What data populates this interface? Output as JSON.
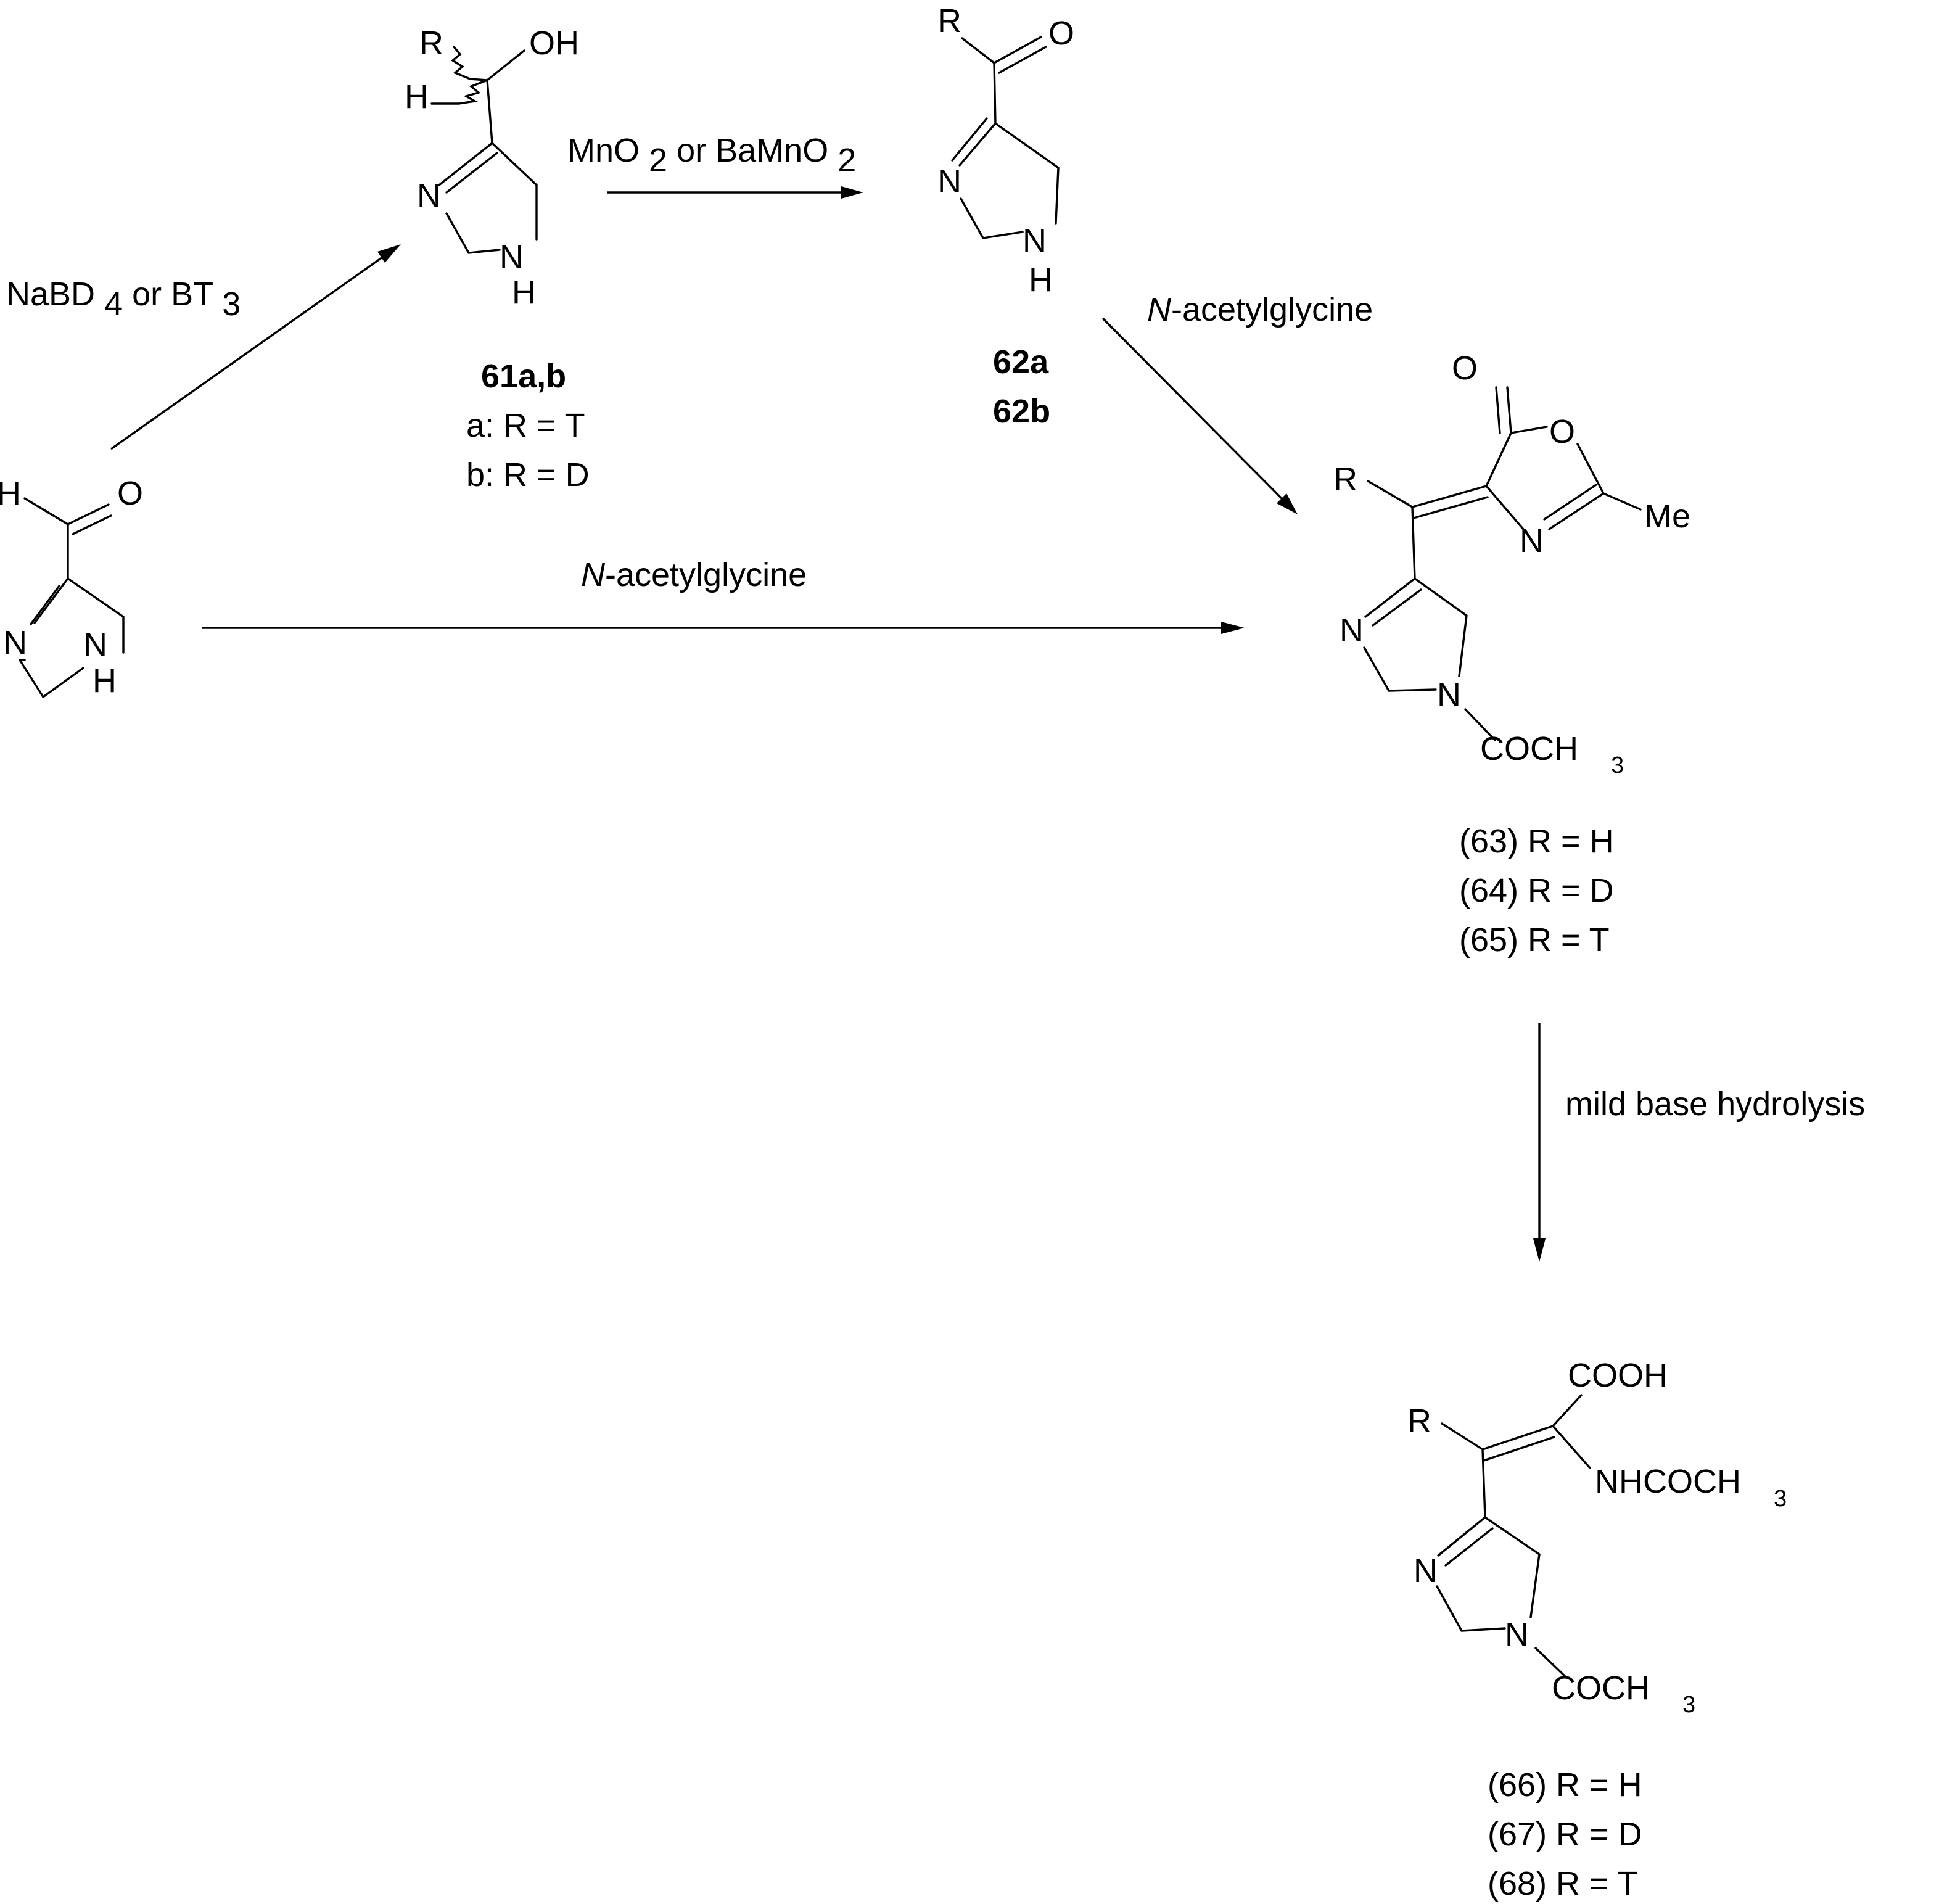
{
  "reagents": {
    "reduction_a": "NaBD",
    "reduction_sub1": "4",
    "reduction_b": " or BT",
    "reduction_sub2": "3",
    "oxidation_a": "MnO",
    "oxidation_sub1": "2",
    "oxidation_b": " or BaMnO",
    "oxidation_sub2": "2",
    "condensation_italic": "N",
    "condensation_rest": "-acetylglycine",
    "hydrolysis": "mild base hydrolysis"
  },
  "atoms": {
    "H": "H",
    "O": "O",
    "N": "N",
    "NH_H": "H",
    "R": "R",
    "OH": "OH",
    "Me": "Me",
    "COCH": "COCH",
    "three": "3",
    "COOH": "COOH",
    "NHCOCH": "NHCOCH"
  },
  "compounds": {
    "c61": {
      "label": "61a,b",
      "a_key": "a:",
      "a_val": " R = T",
      "b_key": "b:",
      "b_val": " R = D"
    },
    "c62": {
      "label_a": "62a",
      "label_b": "62b"
    },
    "c63_65": [
      {
        "num": "63",
        "r": ") R = H"
      },
      {
        "num": "64",
        "r": ") R = D"
      },
      {
        "num": "65",
        "r": ") R = T"
      }
    ],
    "c66_68": [
      {
        "num": "66",
        "r": ") R = H"
      },
      {
        "num": "67",
        "r": ") R = D"
      },
      {
        "num": "68",
        "r": ") R = T"
      }
    ],
    "open_paren": "("
  }
}
